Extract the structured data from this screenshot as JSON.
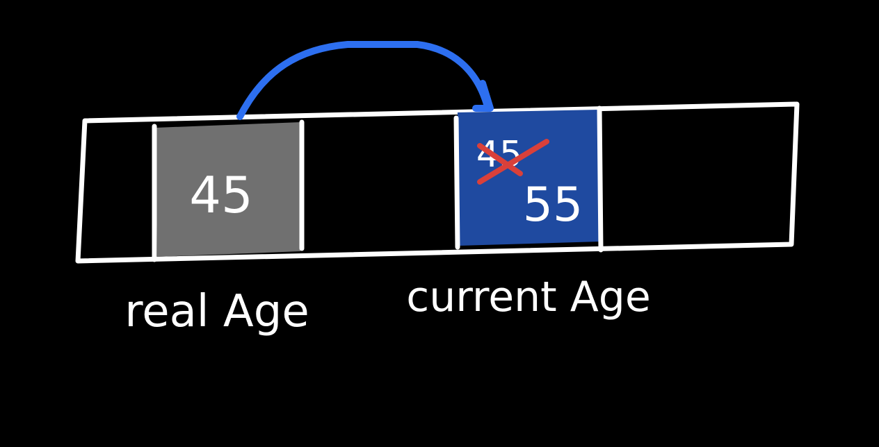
{
  "colors": {
    "background": "#000000",
    "outline": "#ffffff",
    "real_cell": "#707070",
    "current_cell": "#1f4aa0",
    "arrow": "#2d6ff0",
    "strike": "#d9403a",
    "text": "#ffffff"
  },
  "cells": {
    "real_age": {
      "value": "45"
    },
    "current_age": {
      "old_value": "45",
      "new_value": "55"
    }
  },
  "labels": {
    "real_age": "real Age",
    "current_age": "current Age"
  }
}
